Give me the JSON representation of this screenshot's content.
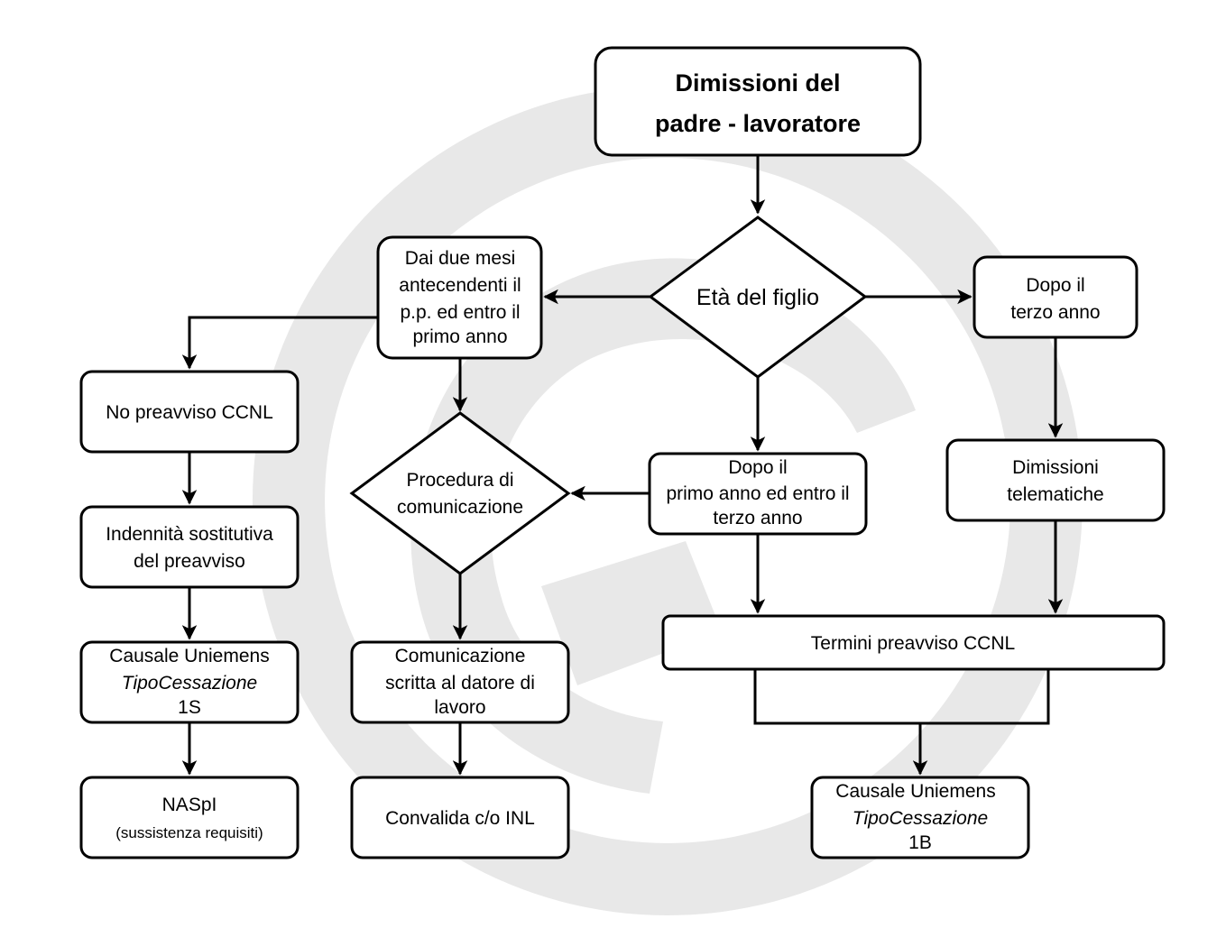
{
  "nodes": {
    "start": {
      "line1": "Dimissioni del",
      "line2": "padre - lavoratore"
    },
    "age_decision": {
      "label": "Età del figlio"
    },
    "first_year": {
      "line1": "Dai due mesi",
      "line2": "antecendenti il",
      "line3": "p.p. ed entro il",
      "line4": "primo anno"
    },
    "after_third": {
      "line1": "Dopo il",
      "line2": "terzo anno"
    },
    "second_third": {
      "line1": "Dopo il",
      "line2": "primo anno ed entro il",
      "line3": "terzo anno"
    },
    "no_notice": {
      "label": "No preavviso CCNL"
    },
    "compensation": {
      "line1": "Indennità sostitutiva",
      "line2": "del preavviso"
    },
    "code_1s": {
      "line1": "Causale Uniemens",
      "line2": "TipoCessazione",
      "line3": "1S"
    },
    "naspi": {
      "line1": "NASpI",
      "line2": "(sussistenza requisiti)"
    },
    "procedure": {
      "line1": "Procedura di",
      "line2": "comunicazione"
    },
    "written_comm": {
      "line1": "Comunicazione",
      "line2": "scritta al datore di",
      "line3": "lavoro"
    },
    "validation": {
      "label": "Convalida c/o INL"
    },
    "telematic": {
      "line1": "Dimissioni",
      "line2": "telematiche"
    },
    "notice_terms": {
      "label": "Termini preavviso CCNL"
    },
    "code_1b": {
      "line1": "Causale Uniemens",
      "line2": "TipoCessazione",
      "line3": "1B"
    }
  },
  "colors": {
    "stroke": "#000000",
    "fill": "#ffffff",
    "watermark": "#e8e8e8"
  },
  "watermark": {
    "icon": "copyright-c-watermark"
  }
}
